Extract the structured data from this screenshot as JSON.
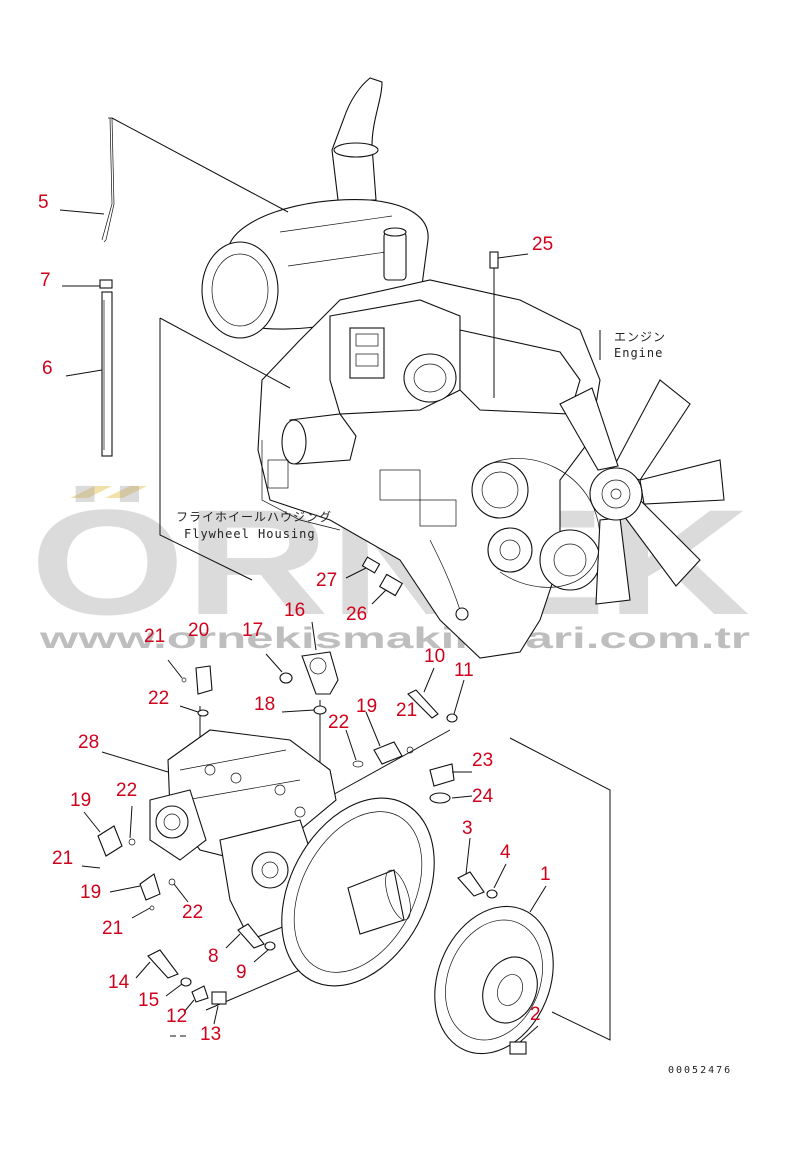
{
  "callouts": [
    {
      "id": "c5",
      "text": "5"
    },
    {
      "id": "c7",
      "text": "7"
    },
    {
      "id": "c6",
      "text": "6"
    },
    {
      "id": "c25",
      "text": "25"
    },
    {
      "id": "c27",
      "text": "27"
    },
    {
      "id": "c16",
      "text": "16"
    },
    {
      "id": "c26",
      "text": "26"
    },
    {
      "id": "c21a",
      "text": "21"
    },
    {
      "id": "c20",
      "text": "20"
    },
    {
      "id": "c17",
      "text": "17"
    },
    {
      "id": "c10",
      "text": "10"
    },
    {
      "id": "c11",
      "text": "11"
    },
    {
      "id": "c22a",
      "text": "22"
    },
    {
      "id": "c18",
      "text": "18"
    },
    {
      "id": "c19a",
      "text": "19"
    },
    {
      "id": "c21b",
      "text": "21"
    },
    {
      "id": "c22b",
      "text": "22"
    },
    {
      "id": "c28",
      "text": "28"
    },
    {
      "id": "c23",
      "text": "23"
    },
    {
      "id": "c24",
      "text": "24"
    },
    {
      "id": "c19b",
      "text": "19"
    },
    {
      "id": "c22c",
      "text": "22"
    },
    {
      "id": "c3",
      "text": "3"
    },
    {
      "id": "c21c",
      "text": "21"
    },
    {
      "id": "c4",
      "text": "4"
    },
    {
      "id": "c1",
      "text": "1"
    },
    {
      "id": "c19c",
      "text": "19"
    },
    {
      "id": "c22d",
      "text": "22"
    },
    {
      "id": "c21d",
      "text": "21"
    },
    {
      "id": "c8",
      "text": "8"
    },
    {
      "id": "c9",
      "text": "9"
    },
    {
      "id": "c14",
      "text": "14"
    },
    {
      "id": "c15",
      "text": "15"
    },
    {
      "id": "c12",
      "text": "12"
    },
    {
      "id": "c13",
      "text": "13"
    },
    {
      "id": "c2",
      "text": "2"
    }
  ],
  "labels": {
    "engine_jp": "エンジン",
    "engine_en": "Engine",
    "flywheel_jp": "フライホイールハウジング",
    "flywheel_en": "Flywheel Housing"
  },
  "document_number": "00052476",
  "watermark": {
    "brand": "ÖRNEK",
    "url": "www.ornekismakinalari.com.tr"
  },
  "colors": {
    "callout": "#d0021b",
    "line_art": "#111111",
    "watermark_gray": "#9a9a9a",
    "watermark_accent": "#e8c860"
  }
}
